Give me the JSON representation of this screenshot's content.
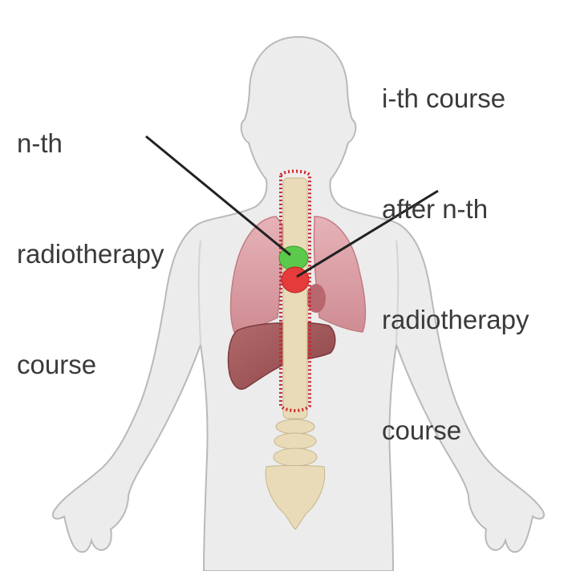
{
  "labels": {
    "left": {
      "line1": "n-th",
      "line2": "radiotherapy",
      "line3": "course"
    },
    "right": {
      "line1": "i-th course",
      "line2": "after n-th",
      "line3": "radiotherapy",
      "line4": "course"
    }
  },
  "colors": {
    "body": "#ececec",
    "body_outline": "#b9b9b9",
    "lungs": "#d99ea4",
    "liver": "#a2585a",
    "spine": "#eadbb8",
    "radiation_field": "#c9262c",
    "nth_course_target": "#5bc94b",
    "ith_course_target": "#e53b3b",
    "pointer_line": "#222222",
    "text": "#3a3a3a"
  },
  "icons": {
    "figure": "human-torso-anatomy"
  }
}
